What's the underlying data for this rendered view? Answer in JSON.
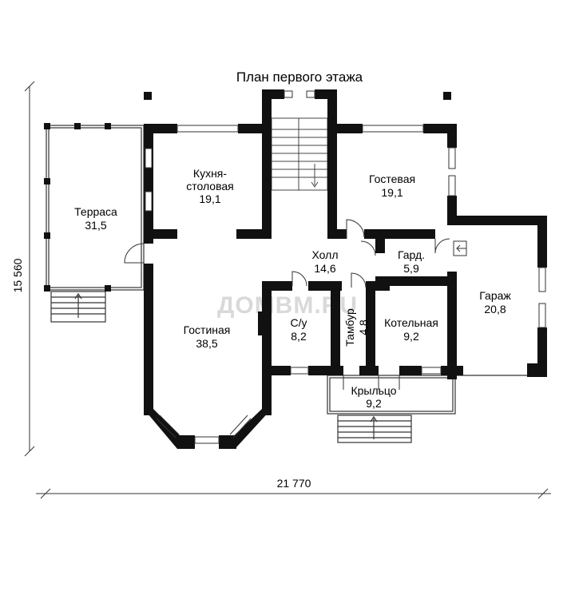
{
  "title": "План первого этажа",
  "dimensions": {
    "width": "21 770",
    "height": "15 560"
  },
  "watermark": "ДОМВМ.RU",
  "rooms": {
    "terrace": {
      "name": "Терраса",
      "area": "31,5"
    },
    "kitchen": {
      "name1": "Кухня-",
      "name2": "столовая",
      "area": "19,1"
    },
    "guest": {
      "name": "Гостевая",
      "area": "19,1"
    },
    "hall": {
      "name": "Холл",
      "area": "14,6"
    },
    "wardrobe": {
      "name": "Гард.",
      "area": "5,9"
    },
    "garage": {
      "name": "Гараж",
      "area": "20,8"
    },
    "living": {
      "name": "Гостиная",
      "area": "38,5"
    },
    "wc": {
      "name": "С/у",
      "area": "8,2"
    },
    "vestibule": {
      "name": "Тамбур",
      "area": "4,8"
    },
    "boiler": {
      "name": "Котельная",
      "area": "9,2"
    },
    "porch": {
      "name": "Крыльцо",
      "area": "9,2"
    }
  },
  "colors": {
    "wall": "#111111",
    "line": "#333333",
    "watermark": "#d9d9d9"
  }
}
